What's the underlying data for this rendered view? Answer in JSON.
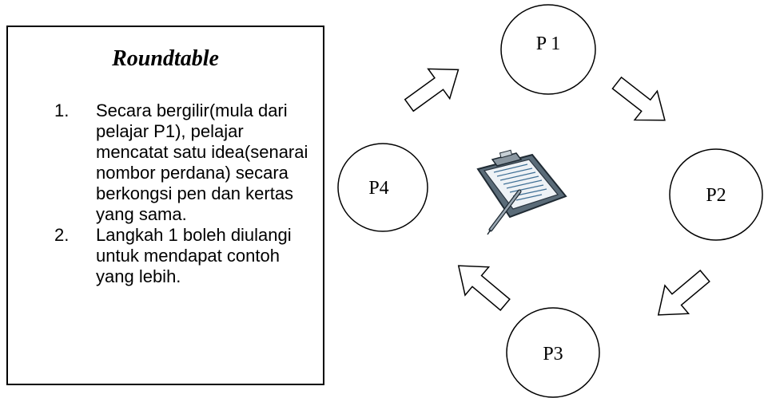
{
  "panel": {
    "title": "Roundtable",
    "steps": [
      {
        "number": "1.",
        "text": "Secara bergilir(mula dari pelajar P1), pelajar mencatat satu idea(senarai nombor perdana) secara berkongsi pen dan kertas yang sama."
      },
      {
        "number": "2.",
        "text": "Langkah 1 boleh diulangi untuk mendapat contoh yang lebih."
      }
    ]
  },
  "diagram": {
    "nodes": [
      {
        "id": "p1",
        "label": "P 1"
      },
      {
        "id": "p2",
        "label": "P2"
      },
      {
        "id": "p3",
        "label": "P3"
      },
      {
        "id": "p4",
        "label": "P4"
      }
    ],
    "center_icon": "clipboard-with-pen-icon",
    "arrow_color": "#000000"
  }
}
